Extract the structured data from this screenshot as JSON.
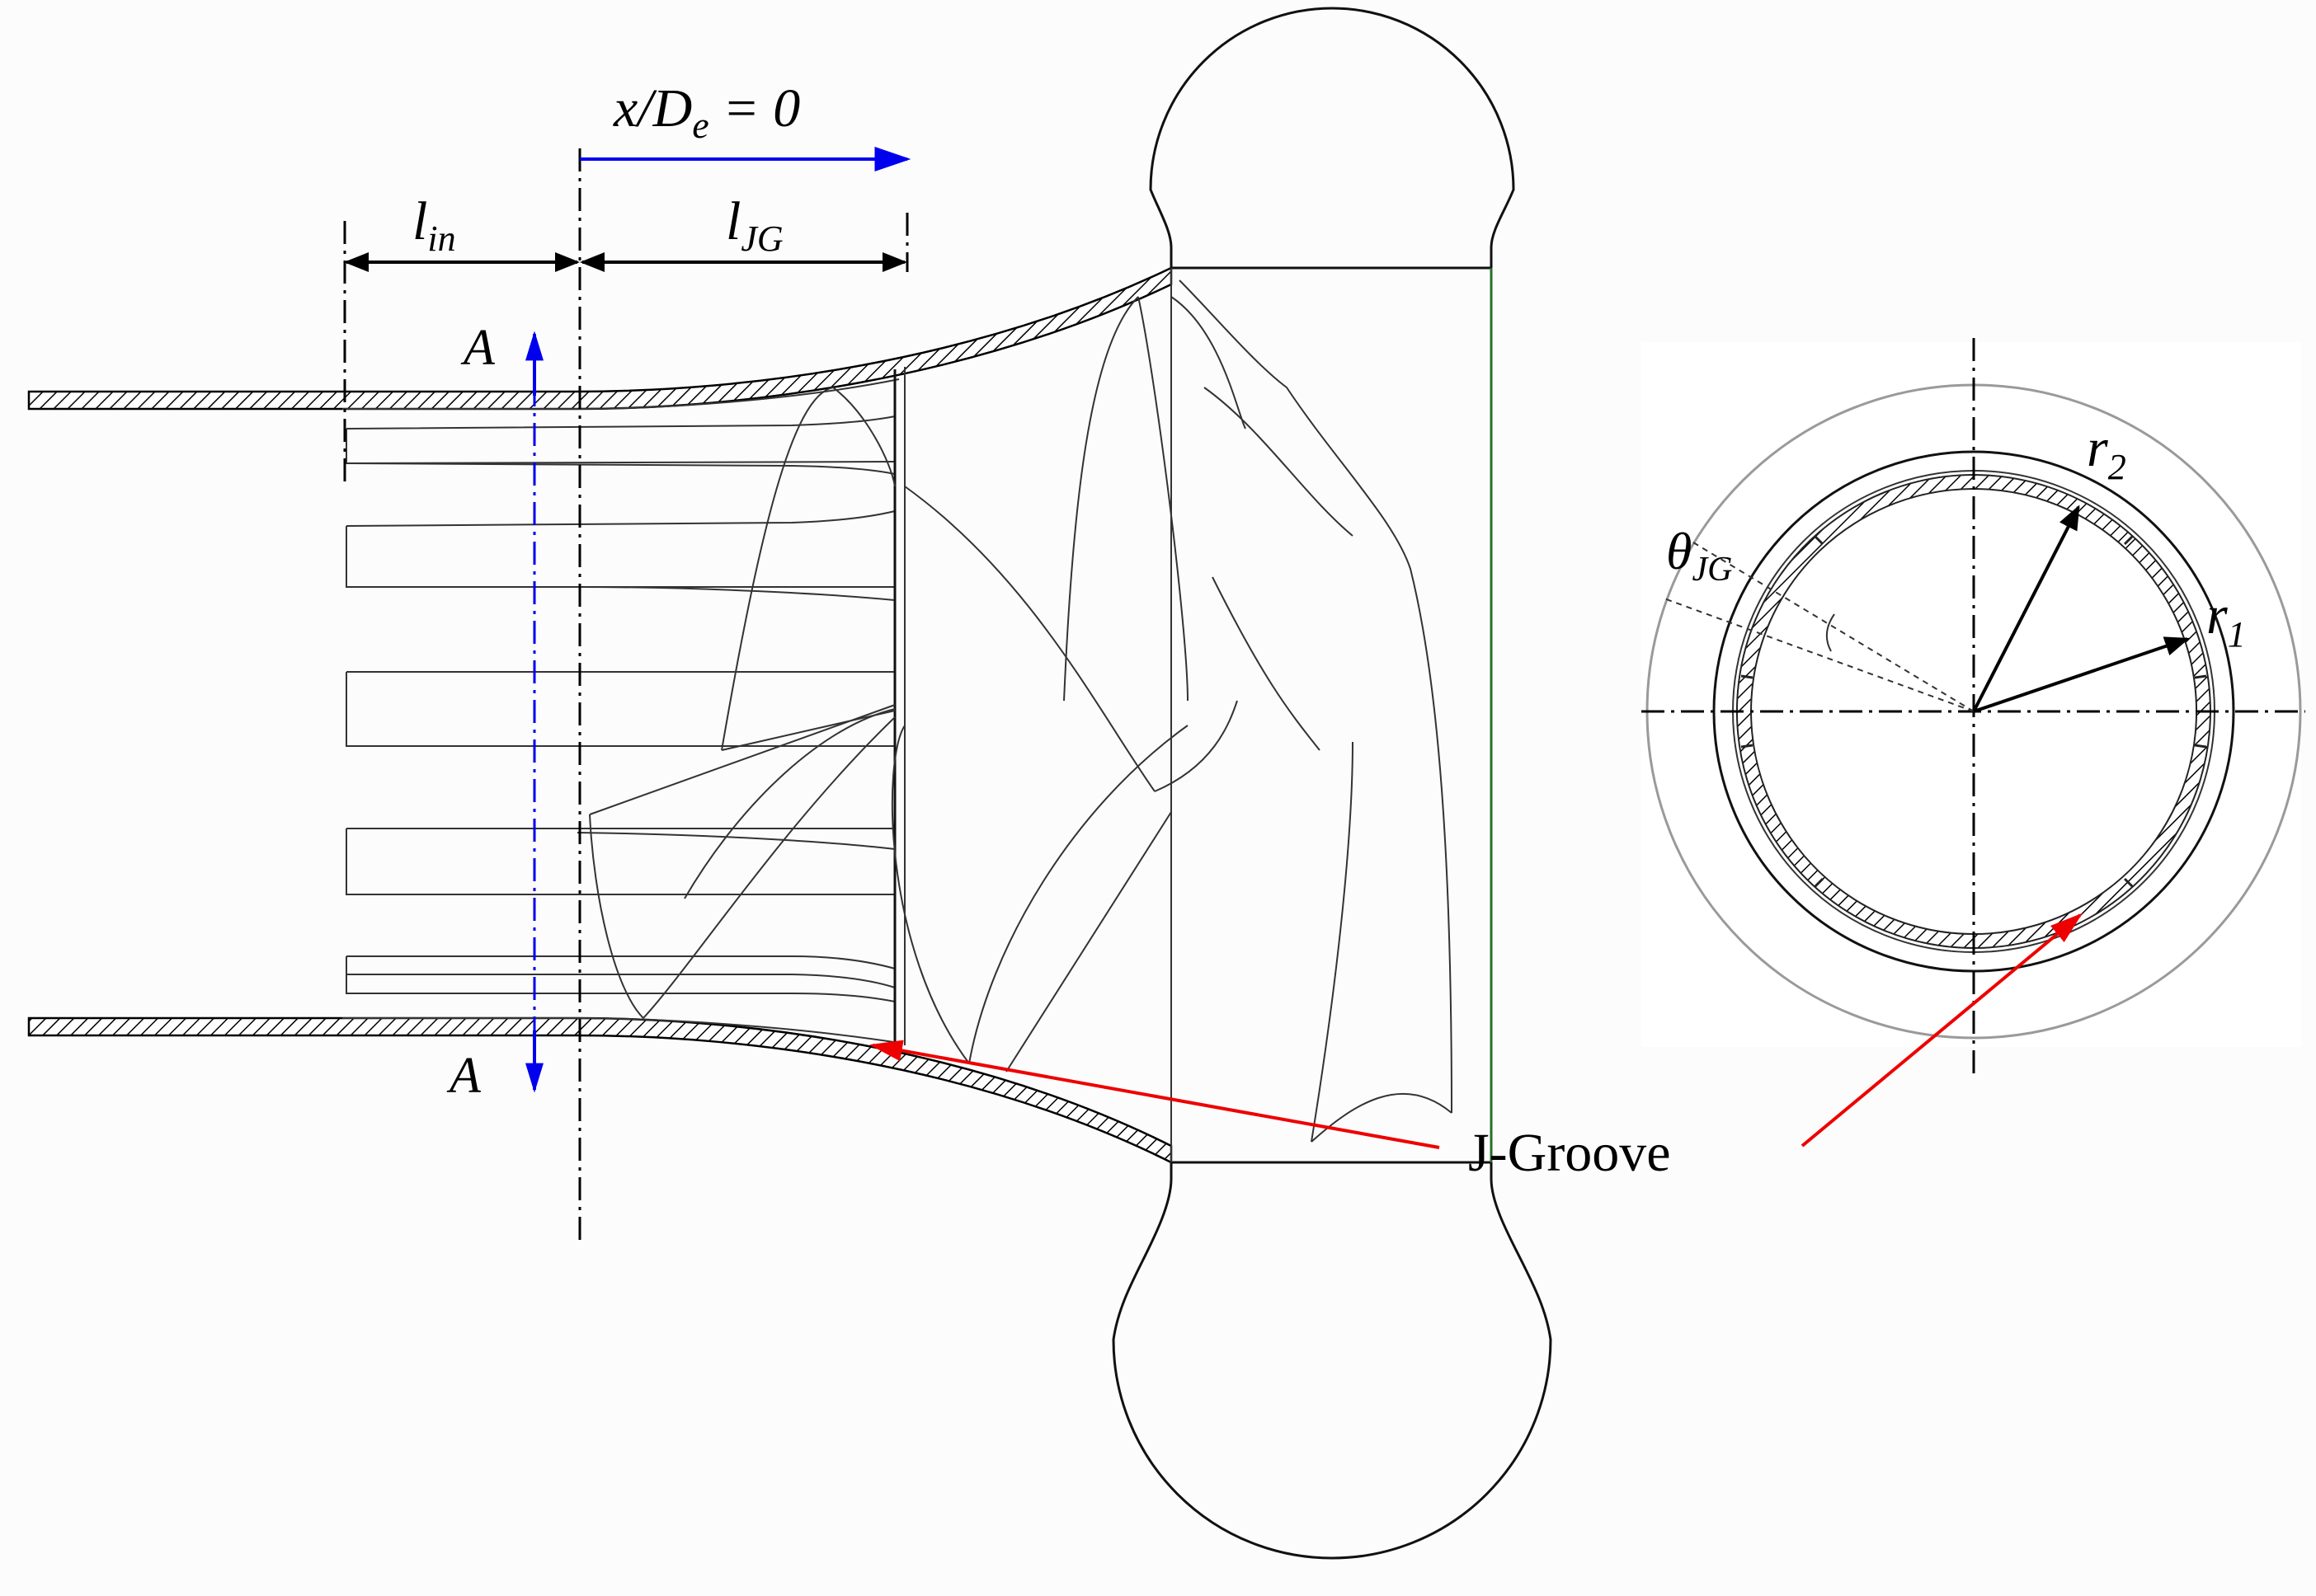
{
  "labels": {
    "x_de": "x/D",
    "x_de_sub": "e",
    "x_de_rest": " = 0",
    "l_in": "l",
    "l_in_sub": "in",
    "l_jg": "l",
    "l_jg_sub": "JG",
    "section_top": "A",
    "section_bottom": "A",
    "j_groove": "J-Groove",
    "theta": "θ",
    "theta_sub": "JG",
    "r2": "r",
    "r2_sub": "2",
    "r1": "r",
    "r1_sub": "1"
  },
  "colors": {
    "dimension": "#000000",
    "section_line": "#0000ee",
    "x_axis_arrow": "#0000ee",
    "pointer": "#ee0000",
    "outlet_edge": "#2a6e2a"
  }
}
